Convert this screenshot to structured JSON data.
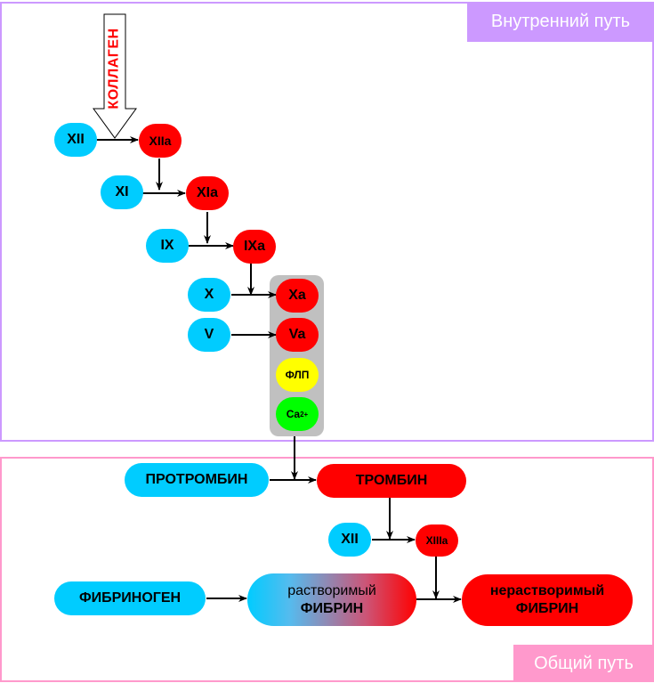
{
  "panels": {
    "intrinsic": {
      "label": "Внутренний путь",
      "color": "#cc99ff"
    },
    "common": {
      "label": "Общий путь",
      "color": "#ff99cc"
    }
  },
  "trigger": {
    "label": "КОЛЛАГЕН",
    "color": "#ff0000"
  },
  "colors": {
    "inactive": "#00ccff",
    "active": "#ff0000",
    "phospholipid": "#ffff00",
    "calcium": "#00ff00",
    "complex": "#c0c0c0"
  },
  "intrinsic": {
    "xii": "XII",
    "xiia": "XIIa",
    "xi": "XI",
    "xia": "XIa",
    "ix": "IX",
    "ixa": "IXa",
    "x": "X",
    "xa": "Xa",
    "v": "V",
    "va": "Va",
    "flp": "ФЛП",
    "ca": "Ca",
    "ca_charge": "2+"
  },
  "common": {
    "prothrombin": "ПРОТРОМБИН",
    "thrombin": "ТРОМБИН",
    "xii": "XII",
    "xiiia": "XIIIa",
    "fibrinogen": "ФИБРИНОГЕН",
    "soluble_fibrin_line1": "растворимый",
    "soluble_fibrin_line2": "ФИБРИН",
    "insoluble_fibrin_line1": "нерастворимый",
    "insoluble_fibrin_line2": "ФИБРИН"
  }
}
